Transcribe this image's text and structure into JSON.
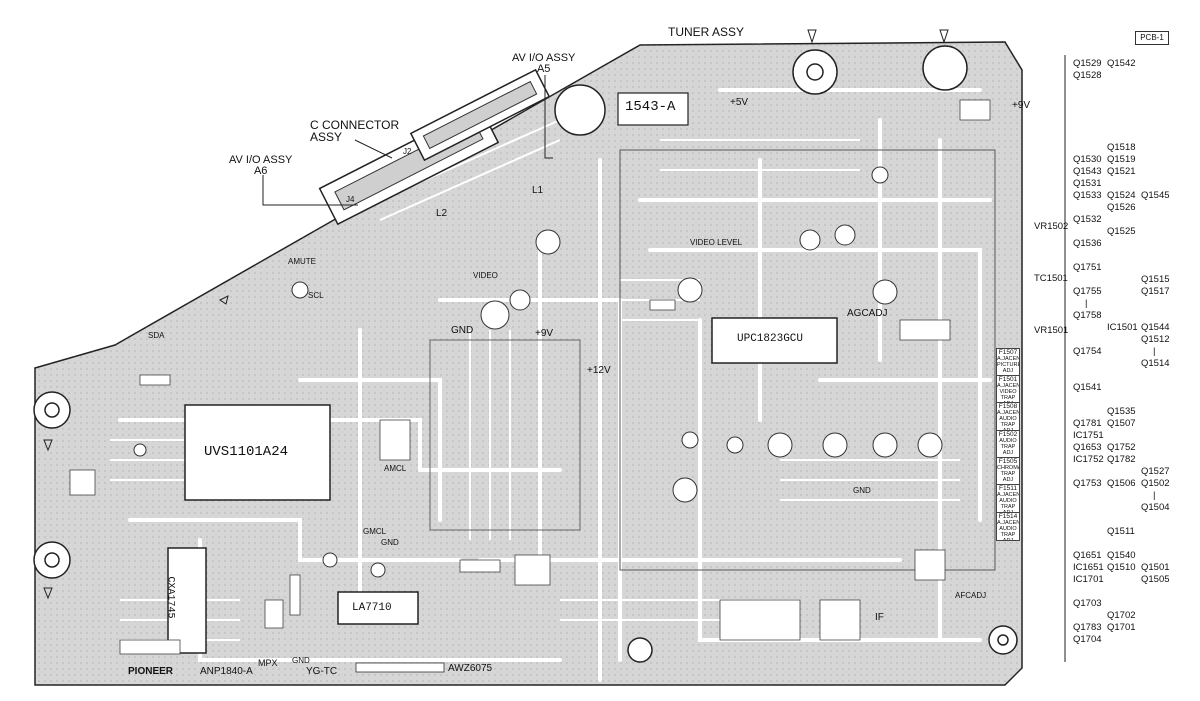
{
  "pcb_tag": "PCB-1",
  "labels": {
    "tuner_assy": "TUNER ASSY",
    "av_io_a5_line1": "AV I/O ASSY",
    "av_io_a5_line2": "A5",
    "c_connector_line1": "C CONNECTOR",
    "c_connector_line2": "ASSY",
    "av_io_a6_line1": "AV I/O ASSY",
    "av_io_a6_line2": "A6"
  },
  "components": {
    "ic_uvs": "UVS1101A24",
    "ic_upc": "UPC1823GCU",
    "ic_la": "LA7710",
    "ic_cxa": "CXA1745",
    "part_1543": "1543-A",
    "l1": "L1",
    "l2": "L2",
    "j2": "J2",
    "j4": "J4",
    "if": "IF"
  },
  "board_marks": {
    "amute": "AMUTE",
    "scl": "SCL",
    "sda": "SDA",
    "gnd": "GND",
    "plus9v_a": "+9V",
    "plus5v": "+5V",
    "plus9v_b": "+9V",
    "plus12v": "+12V",
    "video": "VIDEO",
    "video_level": "VIDEO LEVEL",
    "agcadj": "AGCADJ",
    "afcadj": "AFCADJ",
    "amcl": "AMCL",
    "gmcl": "GMCL",
    "gnd2": "GND",
    "gnd3": "GND",
    "mpx": "MPX",
    "pioneer": "PIONEER",
    "anp": "ANP1840-A",
    "ygtc": "YG-TC",
    "awz": "AWZ6075",
    "bottom_gnd": "GND"
  },
  "adjusters": [
    {
      "ref": "F1507",
      "text": "A.JACENT PICTURE ADJ"
    },
    {
      "ref": "F1501",
      "text": "A.JACENT VIDEO TRAP ADJ"
    },
    {
      "ref": "F1508",
      "text": "A.JACENT AUDIO TRAP ADJ"
    },
    {
      "ref": "F1502",
      "text": "AUDIO TRAP ADJ"
    },
    {
      "ref": "F1505",
      "text": "CHROMA TRAP ADJ"
    },
    {
      "ref": "F1511",
      "text": "A.JACENT AUDIO TRAP ADJ"
    },
    {
      "ref": "F1514",
      "text": "A.JACENT AUDIO TRAP ADJ"
    }
  ],
  "reference_columns": {
    "col1": [
      "VR1502",
      "",
      "TC1501",
      "",
      "VR1501"
    ],
    "col2": [
      "Q1529",
      "Q1528",
      "",
      "",
      "",
      "",
      "",
      "",
      "Q1530",
      "Q1543",
      "Q1531",
      "Q1533",
      "",
      "Q1532",
      "",
      "Q1536",
      "",
      "Q1751",
      "",
      "Q1755",
      "|",
      "Q1758",
      "",
      "",
      "Q1754",
      "",
      "",
      "Q1541",
      "",
      "",
      "Q1781",
      "IC1751",
      "Q1653",
      "IC1752",
      "",
      "Q1753",
      "",
      "",
      "",
      "",
      "",
      "Q1651",
      "IC1651",
      "IC1701",
      "",
      "Q1703",
      "",
      "Q1783",
      "Q1704"
    ],
    "col3": [
      "Q1542",
      "",
      "",
      "",
      "",
      "",
      "",
      "Q1518",
      "Q1519",
      "Q1521",
      "",
      "Q1524",
      "Q1526",
      "",
      "Q1525",
      "",
      "",
      "",
      "",
      "",
      "",
      "",
      "IC1501",
      "",
      "",
      "",
      "",
      "",
      "",
      "Q1535",
      "Q1507",
      "",
      "Q1752",
      "Q1782",
      "",
      "Q1506",
      "",
      "",
      "",
      "Q1511",
      "",
      "Q1540",
      "Q1510",
      "",
      "",
      "",
      "Q1702",
      "Q1701"
    ],
    "col4": [
      "",
      "",
      "",
      "",
      "",
      "",
      "",
      "",
      "",
      "",
      "",
      "Q1545",
      "",
      "",
      "",
      "",
      "",
      "",
      "Q1515",
      "Q1517",
      "",
      "",
      "Q1544",
      "Q1512",
      "|",
      "Q1514",
      "",
      "",
      "",
      "",
      "",
      "",
      "",
      "",
      "Q1527",
      "Q1502",
      "|",
      "Q1504",
      "",
      "",
      "",
      "",
      "Q1501",
      "Q1505"
    ]
  }
}
